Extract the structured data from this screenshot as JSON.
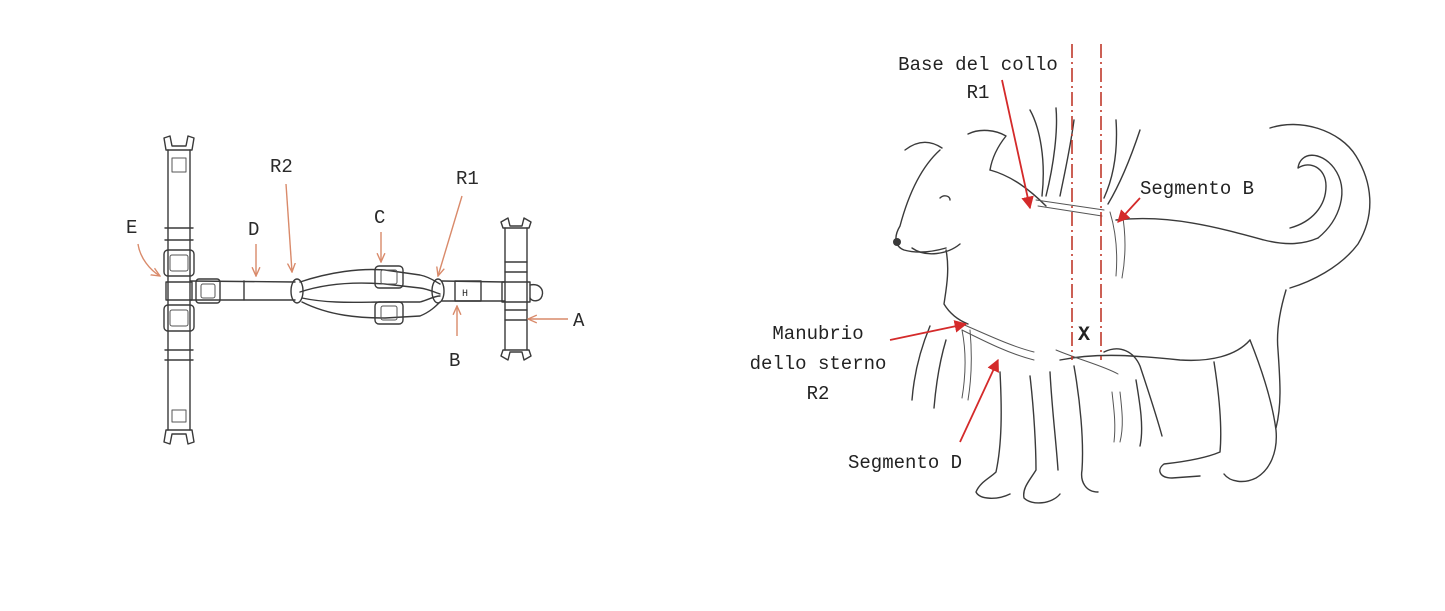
{
  "colors": {
    "ink": "#3a3a3a",
    "harness_arrow": "#d98a6a",
    "dog_arrow": "#d42a2a",
    "guide_line": "#c0392b",
    "background": "#ffffff"
  },
  "harness_diagram": {
    "labels": {
      "A": "A",
      "B": "B",
      "C": "C",
      "D": "D",
      "E": "E",
      "R1": "R1",
      "R2": "R2"
    },
    "buckle_mark": "H"
  },
  "dog_diagram": {
    "labels": {
      "neck_base_line1": "Base del collo",
      "neck_base_line2": "R1",
      "segment_b": "Segmento B",
      "sternum_line1": "Manubrio",
      "sternum_line2": "dello sterno",
      "sternum_line3": "R2",
      "segment_d": "Segmento D",
      "x_mark": "X"
    }
  }
}
